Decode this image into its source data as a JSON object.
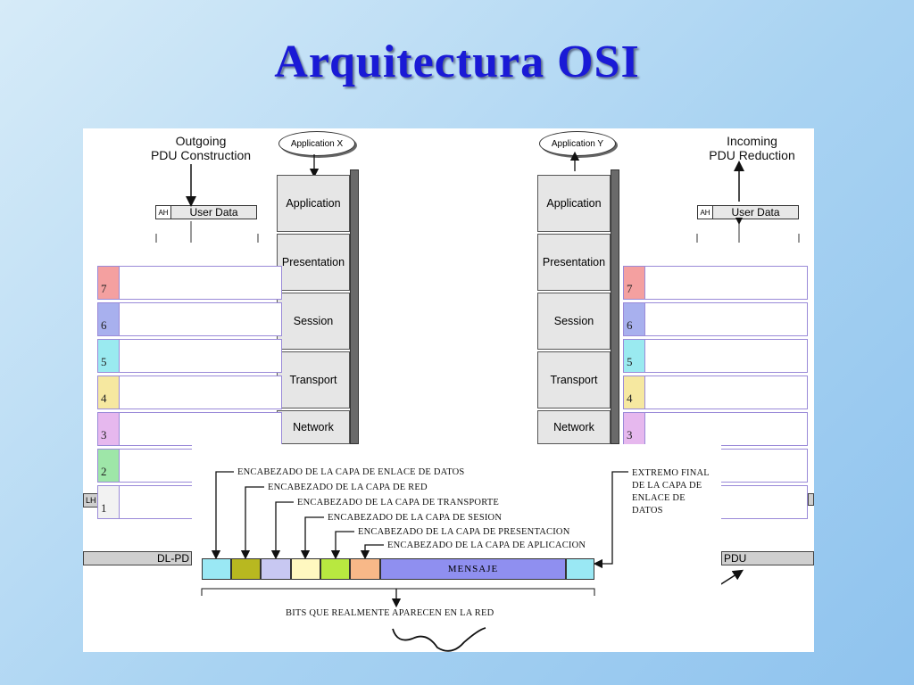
{
  "title": "Arquitectura OSI",
  "left": {
    "heading_line1": "Outgoing",
    "heading_line2": "PDU Construction",
    "app_name": "Application X",
    "pdu_ah": "AH",
    "pdu_user": "User Data",
    "lh_fragment": "LH",
    "dl_fragment": "DL-PD"
  },
  "right": {
    "heading_line1": "Incoming",
    "heading_line2": "PDU Reduction",
    "app_name": "Application Y",
    "pdu_ah": "AH",
    "pdu_user": "User Data",
    "dl_fragment": "PDU"
  },
  "layers": [
    "Application",
    "Presentation",
    "Session",
    "Transport",
    "Network"
  ],
  "numbered_rows": [
    {
      "num": "7",
      "color": "#f4a0a0"
    },
    {
      "num": "6",
      "color": "#a8b0ee"
    },
    {
      "num": "5",
      "color": "#9aeaf0"
    },
    {
      "num": "4",
      "color": "#f6e8a0"
    },
    {
      "num": "3",
      "color": "#e6b8ee"
    },
    {
      "num": "2",
      "color": "#9ee6a8"
    },
    {
      "num": "1",
      "color": "#f2f2f2"
    }
  ],
  "frame": {
    "headers": [
      "ENCABEZADO DE LA CAPA DE ENLACE DE DATOS",
      "ENCABEZADO DE LA CAPA DE RED",
      "ENCABEZADO DE LA CAPA DE TRANSPORTE",
      "ENCABEZADO DE LA CAPA DE SESION",
      "ENCABEZADO DE LA CAPA DE PRESENTACION",
      "ENCABEZADO DE LA CAPA DE APLICACION"
    ],
    "trailer": [
      "EXTREMO FINAL",
      "DE LA CAPA DE",
      "ENLACE DE",
      "DATOS"
    ],
    "message": "MENSAJE",
    "bits_label": "BITS QUE REALMENTE APARECEN EN LA RED",
    "segment_colors": [
      "#9ae8f4",
      "#b8b820",
      "#c8c8f2",
      "#fff8c0",
      "#b8e840",
      "#f8b888",
      "#8f8ff0",
      "#9ae8f4"
    ]
  }
}
